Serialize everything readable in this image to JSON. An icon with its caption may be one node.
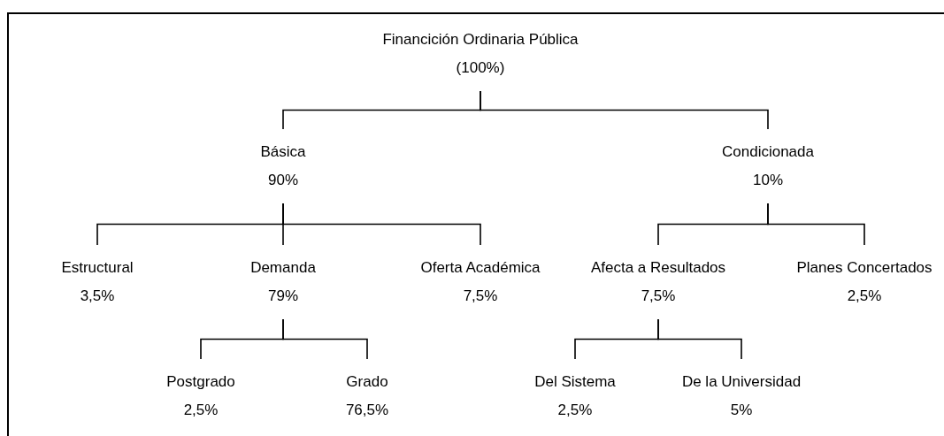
{
  "diagram": {
    "nodes": [
      {
        "text": [
          "Financición Ordinaria Pública",
          "(100%)"
        ]
      },
      {
        "text": [
          "Básica",
          "90%"
        ]
      },
      {
        "text": [
          "Condicionada",
          "10%"
        ]
      },
      {
        "text": [
          "Estructural",
          "3,5%"
        ]
      },
      {
        "text": [
          "Demanda",
          "79%"
        ]
      },
      {
        "text": [
          "Oferta Académica",
          "7,5%"
        ]
      },
      {
        "text": [
          "Afecta a Resultados",
          "7,5%"
        ]
      },
      {
        "text": [
          "Planes Concertados",
          "2,5%"
        ]
      },
      {
        "text": [
          "Postgrado",
          "2,5%"
        ]
      },
      {
        "text": [
          "Grado",
          "76,5%"
        ]
      },
      {
        "text": [
          "Del Sistema",
          "2,5%"
        ]
      },
      {
        "text": [
          "De la Universidad",
          "5%"
        ]
      }
    ],
    "edges": [
      {
        "from": 0,
        "to": 1,
        "arrow": "none"
      },
      {
        "from": 0,
        "to": 2,
        "arrow": "none"
      },
      {
        "from": 1,
        "to": 3,
        "arrow": "none"
      },
      {
        "from": 1,
        "to": 4,
        "arrow": "none"
      },
      {
        "from": 1,
        "to": 5,
        "arrow": "none"
      },
      {
        "from": 2,
        "to": 6,
        "arrow": "none"
      },
      {
        "from": 2,
        "to": 7,
        "arrow": "none"
      },
      {
        "from": 4,
        "to": 8,
        "arrow": "none"
      },
      {
        "from": 4,
        "to": 9,
        "arrow": "none"
      },
      {
        "from": 6,
        "to": 10,
        "arrow": "none"
      },
      {
        "from": 6,
        "to": 11,
        "arrow": "none"
      }
    ]
  }
}
